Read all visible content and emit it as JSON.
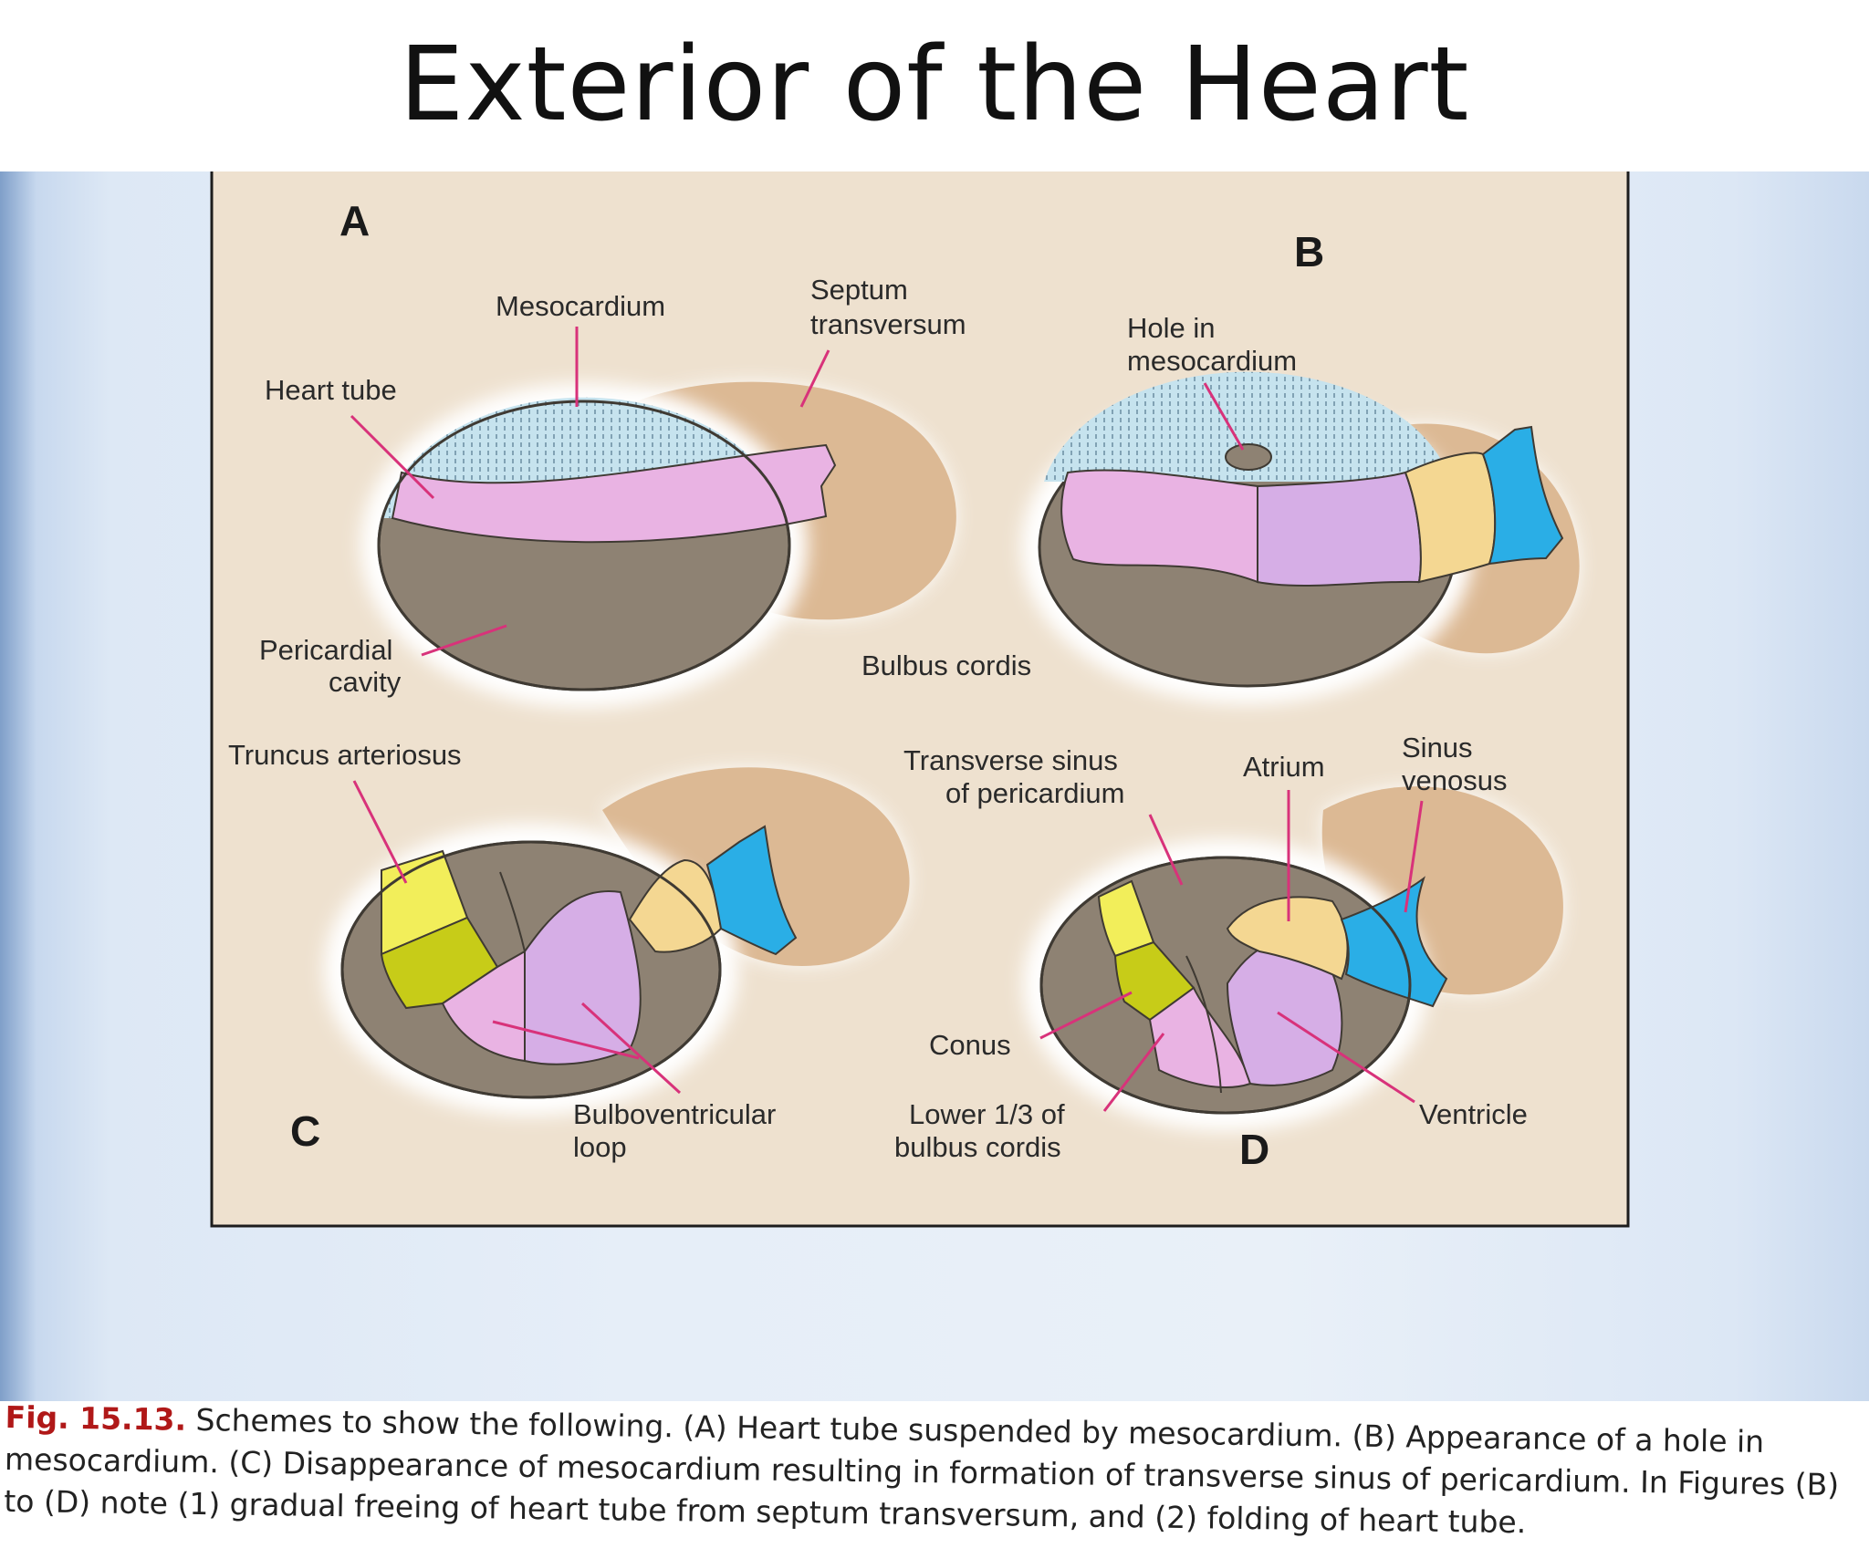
{
  "slide": {
    "title": "Exterior of the Heart"
  },
  "figure": {
    "panels": [
      {
        "letter": "A"
      },
      {
        "letter": "B"
      },
      {
        "letter": "C"
      },
      {
        "letter": "D"
      }
    ],
    "labels": {
      "mesocardium": "Mesocardium",
      "septum_1": "Septum",
      "septum_2": "transversum",
      "heart_tube": "Heart tube",
      "pericardial_1": "Pericardial",
      "pericardial_2": "cavity",
      "hole_1": "Hole in",
      "hole_2": "mesocardium",
      "bulbus_cordis": "Bulbus cordis",
      "truncus": "Truncus arteriosus",
      "transverse_1": "Transverse sinus",
      "transverse_2": "of pericardium",
      "atrium": "Atrium",
      "sinus_1": "Sinus",
      "sinus_2": "venosus",
      "conus": "Conus",
      "bulboventricular_1": "Bulboventricular",
      "bulboventricular_2": "loop",
      "lower_1": "Lower 1/3 of",
      "lower_2": "bulbus cordis",
      "ventricle": "Ventricle"
    },
    "colors": {
      "septum_tan": "#dcb994",
      "cavity_brown": "#8e8273",
      "heart_tube_pink": "#e9b3e3",
      "ventricle_lilac": "#d6aee6",
      "atrium_yellow": "#f4d792",
      "sinus_blue": "#2aaee6",
      "truncus_yellow": "#f2ee5a",
      "conus_olive": "#c7cc18",
      "mesocardium_blue": "#c6e3ee",
      "leader_pink": "#d8327a"
    }
  },
  "caption": {
    "fig_number": "Fig. 15.13.",
    "text": "Schemes to show the following.  (A) Heart tube suspended by mesocardium. (B) Appearance of a hole in mesocardium. (C) Disappearance of mesocardium resulting in formation of transverse sinus of pericardium. In Figures (B) to (D) note (1) gradual freeing of heart tube from septum transversum, and (2) folding of heart tube."
  }
}
